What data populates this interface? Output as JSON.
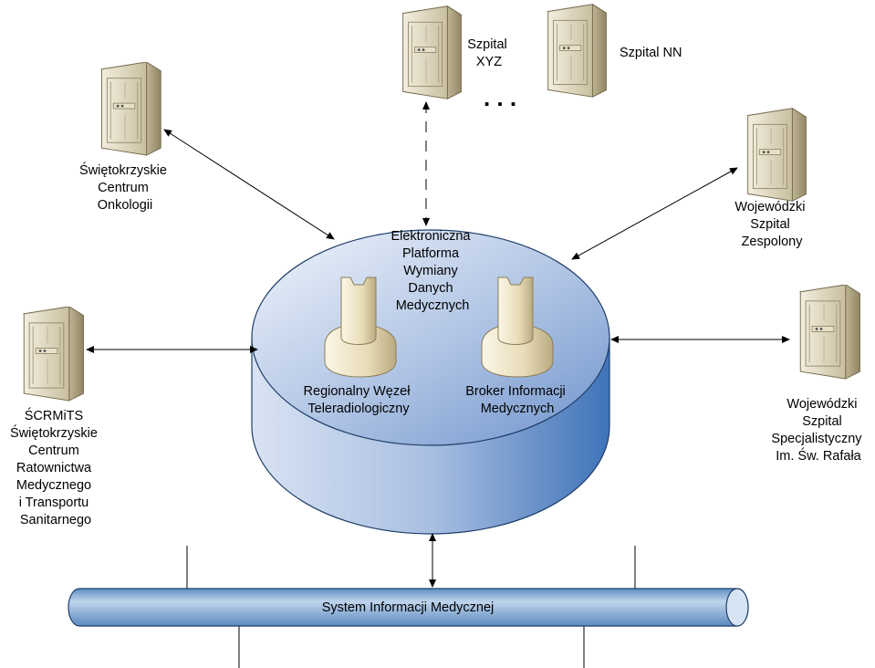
{
  "nodes": {
    "onkologia": [
      "Świętokrzyskie",
      "Centrum",
      "Onkologii"
    ],
    "szpital_xyz": [
      "Szpital",
      "XYZ"
    ],
    "ellipsis": ". . .",
    "szpital_nn": [
      "Szpital NN"
    ],
    "wojewodzki_zespolony": [
      "Wojewódzki",
      "Szpital",
      "Zespolony"
    ],
    "scrmits": [
      "ŚCRMiTS",
      "Świętokrzyskie",
      "Centrum",
      "Ratownictwa",
      "Medycznego",
      "i Transportu",
      "Sanitarnego"
    ],
    "wojewodzki_specjalistyczny": [
      "Wojewódzki",
      "Szpital",
      "Specjalistyczny",
      "Im. Św. Rafała"
    ]
  },
  "platform": {
    "title": [
      "Elektroniczna",
      "Platforma",
      "Wymiany",
      "Danych",
      "Medycznych"
    ],
    "node_left": [
      "Regionalny Węzeł",
      "Teleradiologiczny"
    ],
    "node_right": [
      "Broker Informacji",
      "Medycznych"
    ]
  },
  "bus": {
    "label": "System Informacji Medycznej"
  },
  "colors": {
    "cylinder_top_light": "#e8eef8",
    "cylinder_top_dark": "#7f9fd2",
    "cylinder_side_light": "#c9d7ee",
    "cylinder_side_dark": "#4a7cc0",
    "bus": "#7fa6d0",
    "server_body": "#d4cbb4",
    "component": "#e6dcc0"
  }
}
